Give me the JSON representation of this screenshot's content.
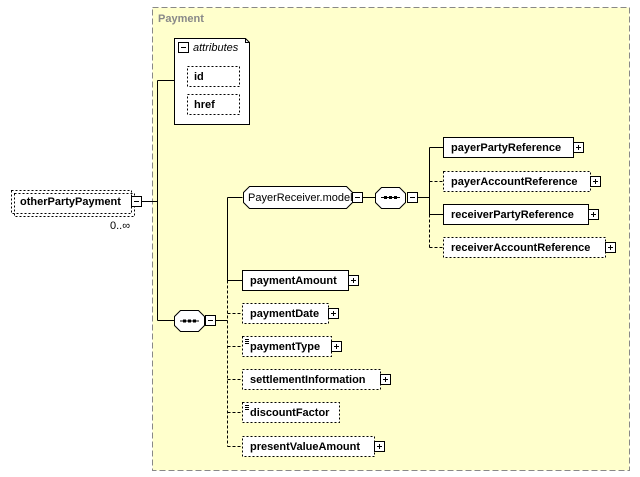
{
  "diagram": {
    "group_title": "Payment",
    "root": {
      "label": "otherPartyPayment",
      "multiplicity": "0..∞"
    },
    "attributes": {
      "title": "attributes",
      "items": [
        "id",
        "href"
      ]
    },
    "model_group": {
      "label": "PayerReceiver.model"
    },
    "choice_children": [
      {
        "label": "payerPartyReference",
        "optional": false
      },
      {
        "label": "payerAccountReference",
        "optional": true
      },
      {
        "label": "receiverPartyReference",
        "optional": false
      },
      {
        "label": "receiverAccountReference",
        "optional": true
      }
    ],
    "sequence_children": [
      {
        "label": "paymentAmount",
        "optional": false,
        "expandable": true,
        "simple": false
      },
      {
        "label": "paymentDate",
        "optional": true,
        "expandable": true,
        "simple": false
      },
      {
        "label": "paymentType",
        "optional": true,
        "expandable": true,
        "simple": true
      },
      {
        "label": "settlementInformation",
        "optional": true,
        "expandable": true,
        "simple": false
      },
      {
        "label": "discountFactor",
        "optional": true,
        "expandable": false,
        "simple": true
      },
      {
        "label": "presentValueAmount",
        "optional": true,
        "expandable": true,
        "simple": false
      }
    ],
    "colors": {
      "group_fill": "#ffffcc",
      "group_border": "#888888",
      "box_fill": "#ffffff"
    }
  }
}
